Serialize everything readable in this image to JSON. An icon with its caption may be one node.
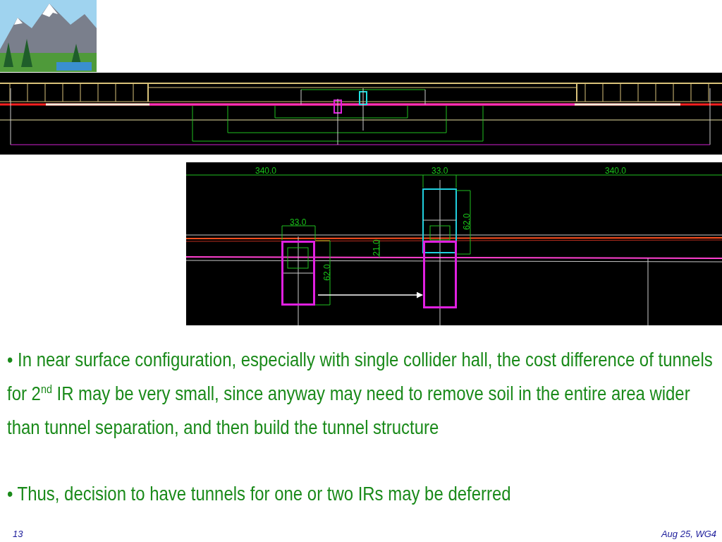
{
  "diagram": {
    "nodes": [
      {
        "text": [],
        "shape": "box"
      },
      {
        "text": [],
        "shape": "box"
      }
    ],
    "edges": [
      {
        "from": 0,
        "to": 1,
        "arrow": "to"
      }
    ],
    "labels": [
      "340.0",
      "33.0",
      "340.0",
      "33.0",
      "62.0",
      "21.0",
      "62.0",
      "•  In near surface configuration, especially with single collider hall, the cost difference of tunnels for 2$^{nd}$ IR may be very small, since anyway may need to remove soil in the entire area wider than tunnel separation, and then build the tunnel structure",
      "• Thus, decision to have tunnels for one or two IRs may be deferred",
      "13",
      "Aug 25, WG4"
    ]
  }
}
